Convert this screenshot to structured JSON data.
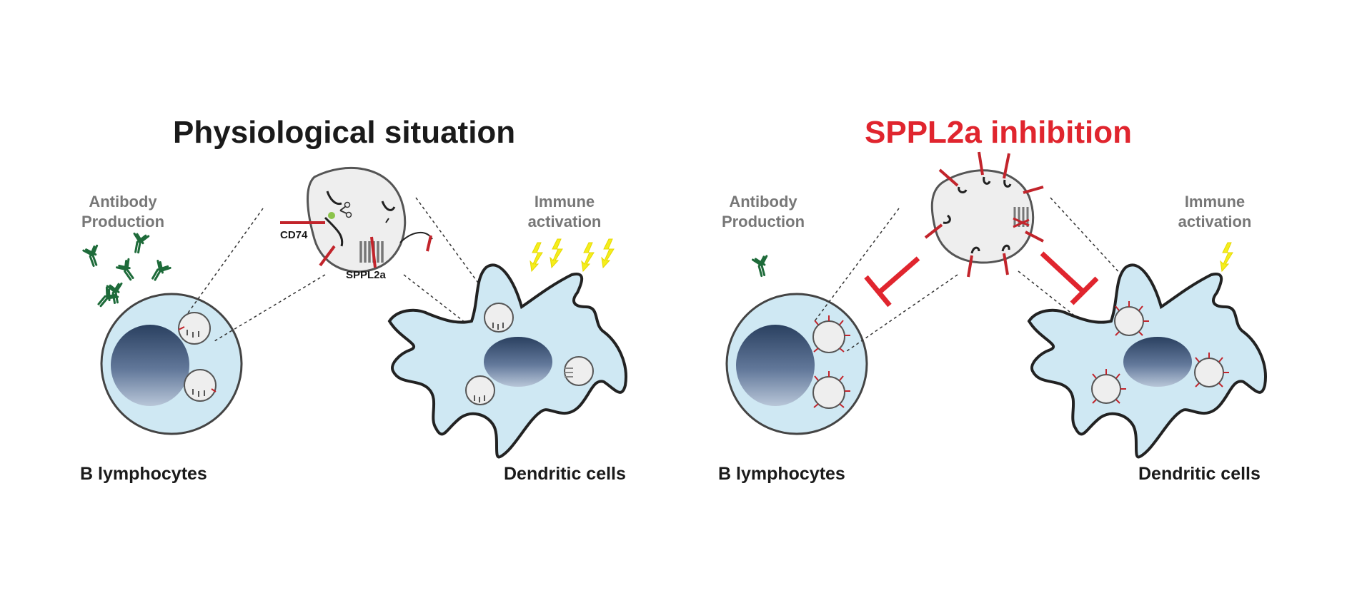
{
  "left_panel": {
    "title": "Physiological situation",
    "antibody_line1": "Antibody",
    "antibody_line2": "Production",
    "immune_line1": "Immune",
    "immune_line2": "activation",
    "cd74_label": "CD74",
    "sppl2a_label": "SPPL2a",
    "b_cell_label": "B lymphocytes",
    "dc_label": "Dendritic cells"
  },
  "right_panel": {
    "title": "SPPL2a inhibition",
    "antibody_line1": "Antibody",
    "antibody_line2": "Production",
    "immune_line1": "Immune",
    "immune_line2": "activation",
    "b_cell_label": "B lymphocytes",
    "dc_label": "Dendritic cells"
  },
  "colors": {
    "cell_fill": "#cfe8f3",
    "cell_stroke": "#444444",
    "nucleus_top": "#2a4060",
    "nucleus_bottom": "#b8c6d8",
    "vesicle_fill": "#eeeeee",
    "antibody": "#1e6b3a",
    "lightning": "#f5ee1c",
    "inhibition_red": "#e0252e",
    "cd74_red": "#c2242b",
    "title_dark": "#1a1a1a"
  }
}
